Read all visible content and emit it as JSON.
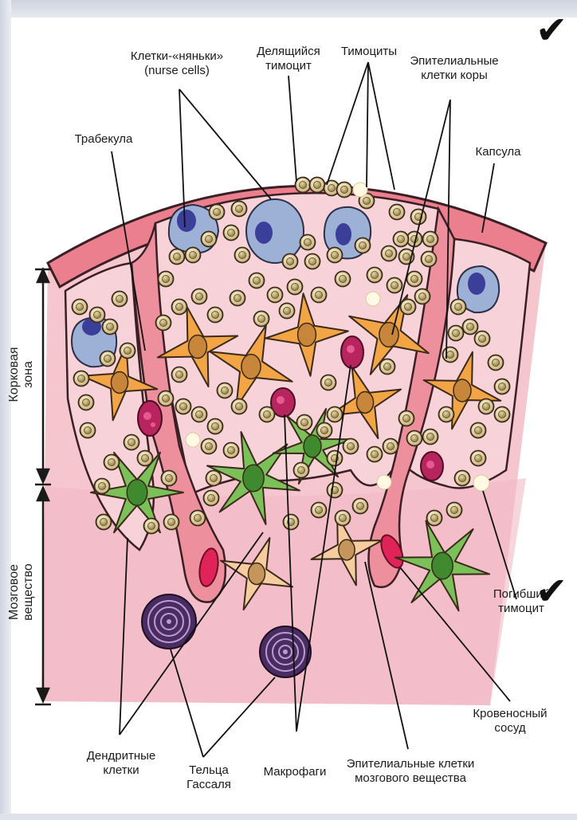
{
  "labels": {
    "nurse_cells": {
      "line1": "Клетки-«няньки»",
      "line2": "(nurse cells)"
    },
    "dividing_thymocyte": {
      "line1": "Делящийся",
      "line2": "тимоцит"
    },
    "thymocytes": "Тимоциты",
    "cortical_epithelial": {
      "line1": "Эпителиальные",
      "line2": "клетки коры"
    },
    "trabecula": "Трабекула",
    "capsule": "Капсула",
    "dead_thymocyte": {
      "line1": "Погибший",
      "line2": "тимоцит"
    },
    "blood_vessel": {
      "line1": "Кровеносный",
      "line2": "сосуд"
    },
    "dendritic_cells": {
      "line1": "Дендритные",
      "line2": "клетки"
    },
    "hassall_bodies": {
      "line1": "Тельца",
      "line2": "Гассаля"
    },
    "macrophages": "Макрофаги",
    "medullary_epithelial": {
      "line1": "Эпителиальные клетки",
      "line2": "мозгового вещества"
    }
  },
  "zones": {
    "cortex": {
      "line1": "Корковая",
      "line2": "зона"
    },
    "medulla": {
      "line1": "Мозговое",
      "line2": "вещество"
    }
  },
  "marks": {
    "check": "✔"
  }
}
